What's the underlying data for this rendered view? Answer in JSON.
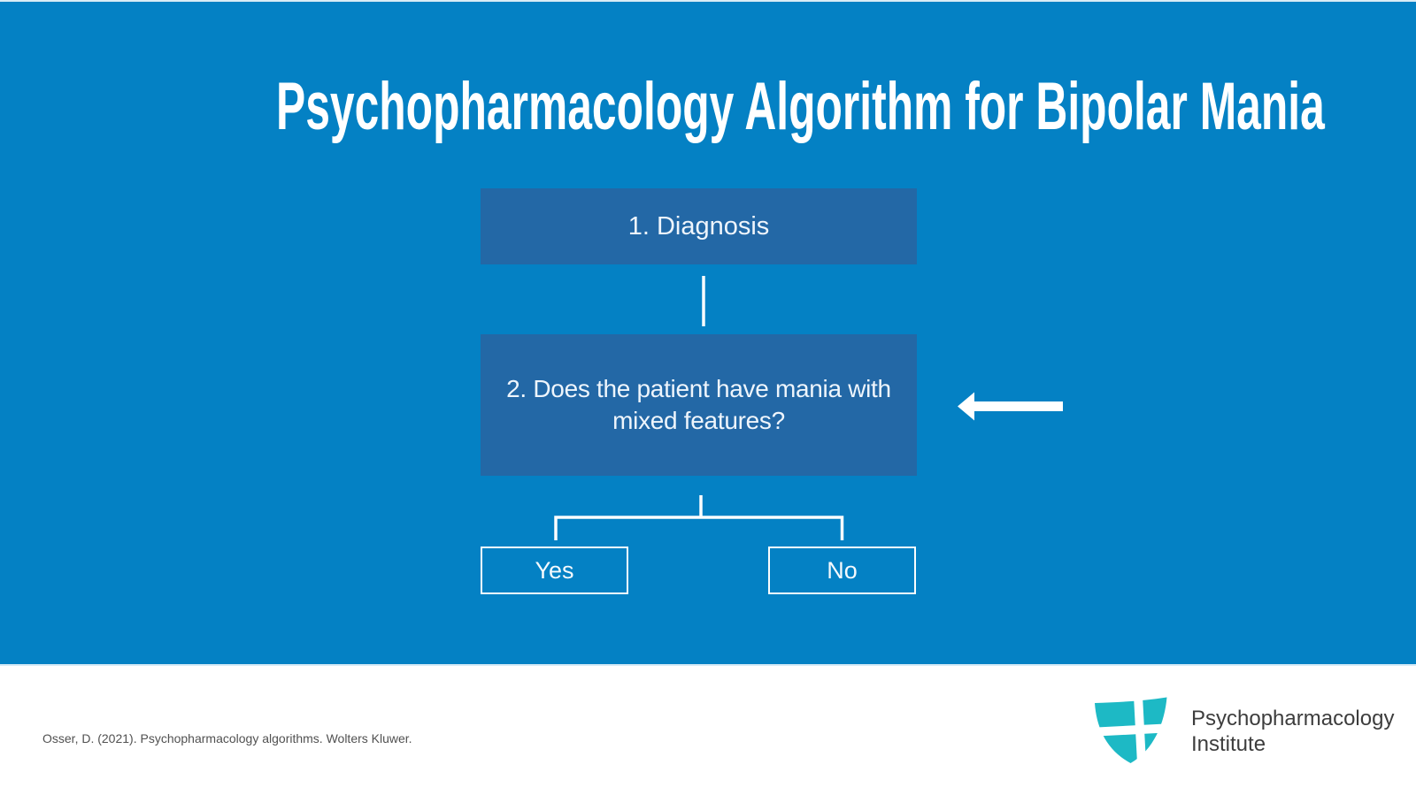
{
  "slide": {
    "title": "Psychopharmacology Algorithm for Bipolar Mania",
    "flowchart": {
      "step1": {
        "label": "1. Diagnosis"
      },
      "step2": {
        "label": "2. Does the patient have mania with mixed features?"
      },
      "yes_label": "Yes",
      "no_label": "No",
      "arrow_icon": "left-arrow-icon"
    },
    "colors": {
      "background_blue": "#0481c4",
      "node_fill_blue": "#2368a6",
      "connector_white": "#fbfdfe",
      "logo_teal": "#1db9c5"
    }
  },
  "footer": {
    "citation": "Osser, D. (2021). Psychopharmacology algorithms. Wolters Kluwer.",
    "logo": {
      "line1": "Psychopharmacology",
      "line2": "Institute"
    }
  }
}
